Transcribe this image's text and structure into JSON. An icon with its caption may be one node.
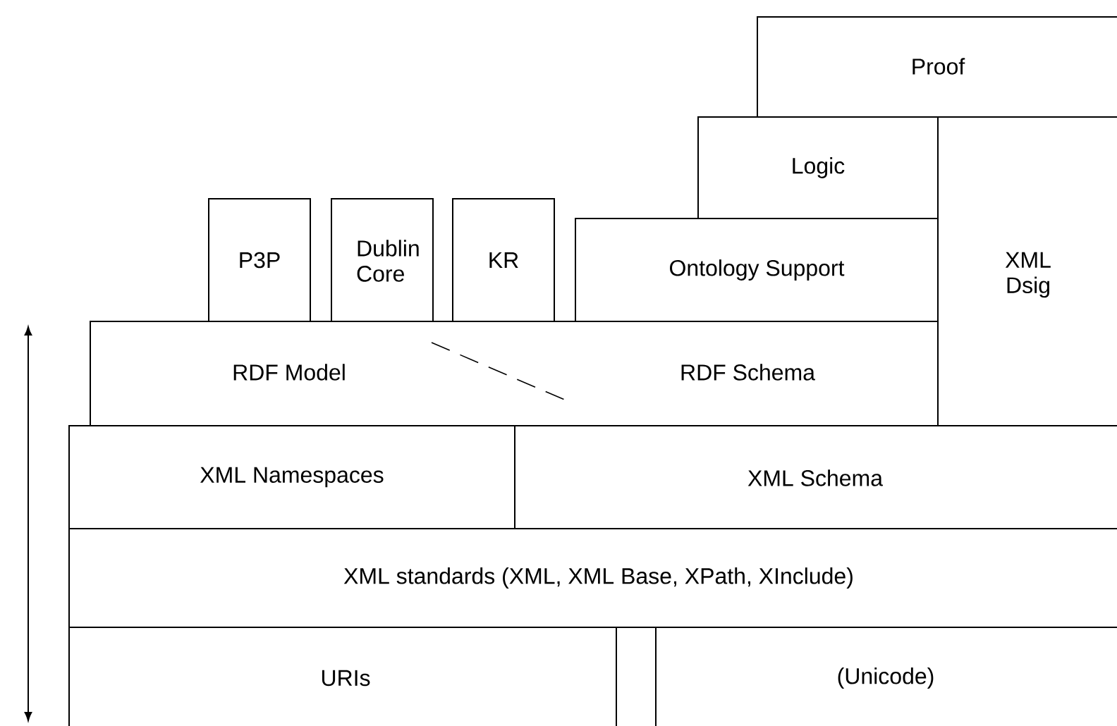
{
  "diagram": {
    "nodes": [
      {
        "text": [
          "Proof"
        ]
      },
      {
        "text": [
          "Logic"
        ]
      },
      {
        "text": [
          "XML Dsig"
        ]
      },
      {
        "text": [
          "P3P"
        ]
      },
      {
        "text": [
          "Dublin Core"
        ]
      },
      {
        "text": [
          "KR"
        ]
      },
      {
        "text": [
          "Ontology Support"
        ]
      },
      {
        "text": [
          "RDF Model",
          "RDF Schema"
        ]
      },
      {
        "text": [
          "XML Namespaces"
        ]
      },
      {
        "text": [
          "XML Schema"
        ]
      },
      {
        "text": [
          "XML standards (XML, XML Base, XPath, XInclude)"
        ]
      },
      {
        "text": [
          "URIs"
        ]
      },
      {
        "text": [
          "(Unicode)"
        ]
      }
    ],
    "edges": []
  }
}
